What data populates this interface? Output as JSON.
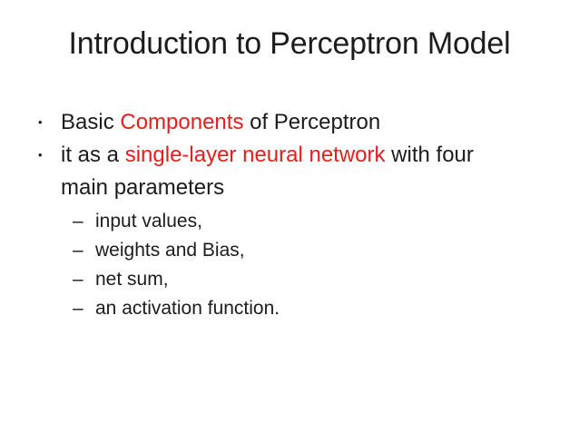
{
  "slide": {
    "title": "Introduction to Perceptron Model",
    "colors": {
      "text": "#1c1c1c",
      "accent": "#ed1c1c",
      "background": "#ffffff"
    },
    "bullet_marker": "•",
    "sub_bullet_marker": "–",
    "bullets": [
      {
        "segments": [
          {
            "text": "Basic "
          },
          {
            "text": "Components",
            "accent": true
          },
          {
            "text": " of Perceptron"
          }
        ]
      },
      {
        "lines": [
          {
            "segments": [
              {
                "text": "it as a "
              },
              {
                "text": "single-layer neural network",
                "accent": true
              },
              {
                "text": " with four"
              }
            ]
          },
          {
            "segments": [
              {
                "text": "main parameters"
              }
            ]
          }
        ]
      }
    ],
    "sub_bullets": [
      {
        "text": "input values,"
      },
      {
        "text": "weights and Bias,"
      },
      {
        "text": "net sum,"
      },
      {
        "text": "an activation function."
      }
    ]
  }
}
